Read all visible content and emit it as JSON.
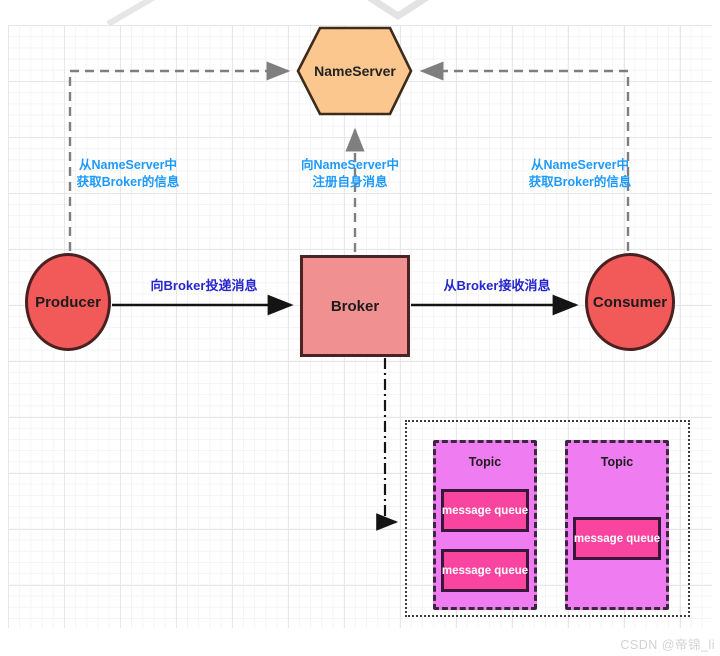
{
  "nodes": {
    "nameserver": "NameServer",
    "producer": "Producer",
    "broker": "Broker",
    "consumer": "Consumer"
  },
  "edge_labels": {
    "producer_to_nameserver": {
      "line1": "从NameServer中",
      "line2": "获取Broker的信息"
    },
    "broker_to_nameserver": {
      "line1": "向NameServer中",
      "line2": "注册自身消息"
    },
    "consumer_to_nameserver": {
      "line1": "从NameServer中",
      "line2": "获取Broker的信息"
    },
    "producer_to_broker": "向Broker投递消息",
    "broker_to_consumer": "从Broker接收消息"
  },
  "topics": [
    {
      "label": "Topic",
      "queues": [
        "message queue",
        "message queue"
      ]
    },
    {
      "label": "Topic",
      "queues": [
        "message queue"
      ]
    }
  ],
  "watermark": "CSDN @帝锦_li",
  "colors": {
    "nameserver_fill": "#fbc78e",
    "producer_consumer_fill": "#f25a5a",
    "broker_fill": "#f19090",
    "topic_fill": "#ef7cf0",
    "queue_fill": "#f9459f",
    "info_label_blue": "#1e9aff",
    "action_label_blue": "#2626cf",
    "dashed_gray": "#7f7f7f"
  }
}
